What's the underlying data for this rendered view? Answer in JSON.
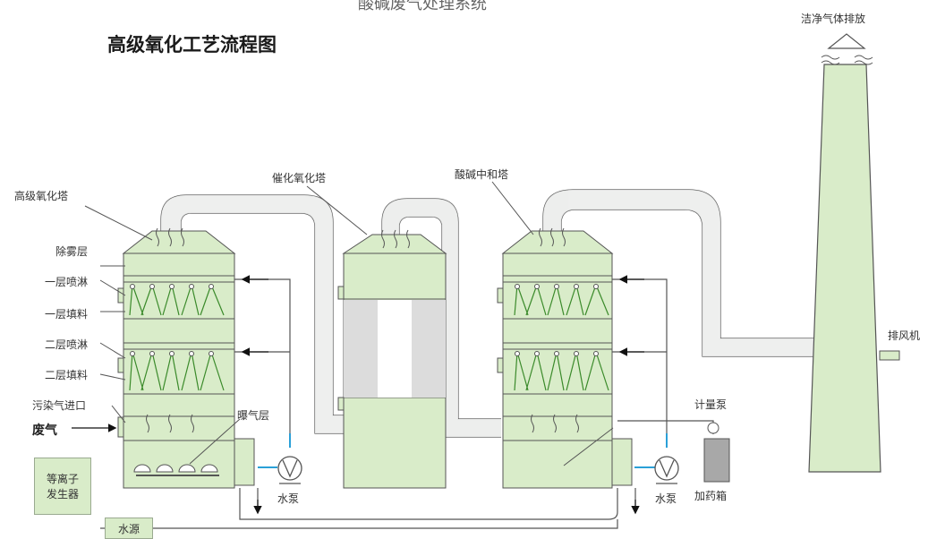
{
  "top_caption": "酸碱废气处理系统",
  "title": "高级氧化工艺流程图",
  "labels": {
    "clean_exhaust": "洁净气体排放",
    "catalytic_tower": "催化氧化塔",
    "neutral_tower": "酸碱中和塔",
    "advanced_tower": "高级氧化塔",
    "demister": "除雾层",
    "spray1": "一层喷淋",
    "pack1": "一层填料",
    "spray2": "二层喷淋",
    "pack2": "二层填料",
    "inlet": "污染气进口",
    "waste_gas": "废气",
    "aeration": "曝气层",
    "pump1": "水泵",
    "pump2": "水泵",
    "metering_pump": "计量泵",
    "dosing_box": "加药箱",
    "fan": "排风机",
    "plasma": "等离子\n发生器",
    "water_source": "水源"
  },
  "colors": {
    "tower_fill": "#d9ecc9",
    "pipe_fill": "#e9eaea",
    "line": "#555555",
    "arrow": "#111111",
    "spray_green": "#3a8a2a",
    "water_blue": "#2aa0d8"
  }
}
